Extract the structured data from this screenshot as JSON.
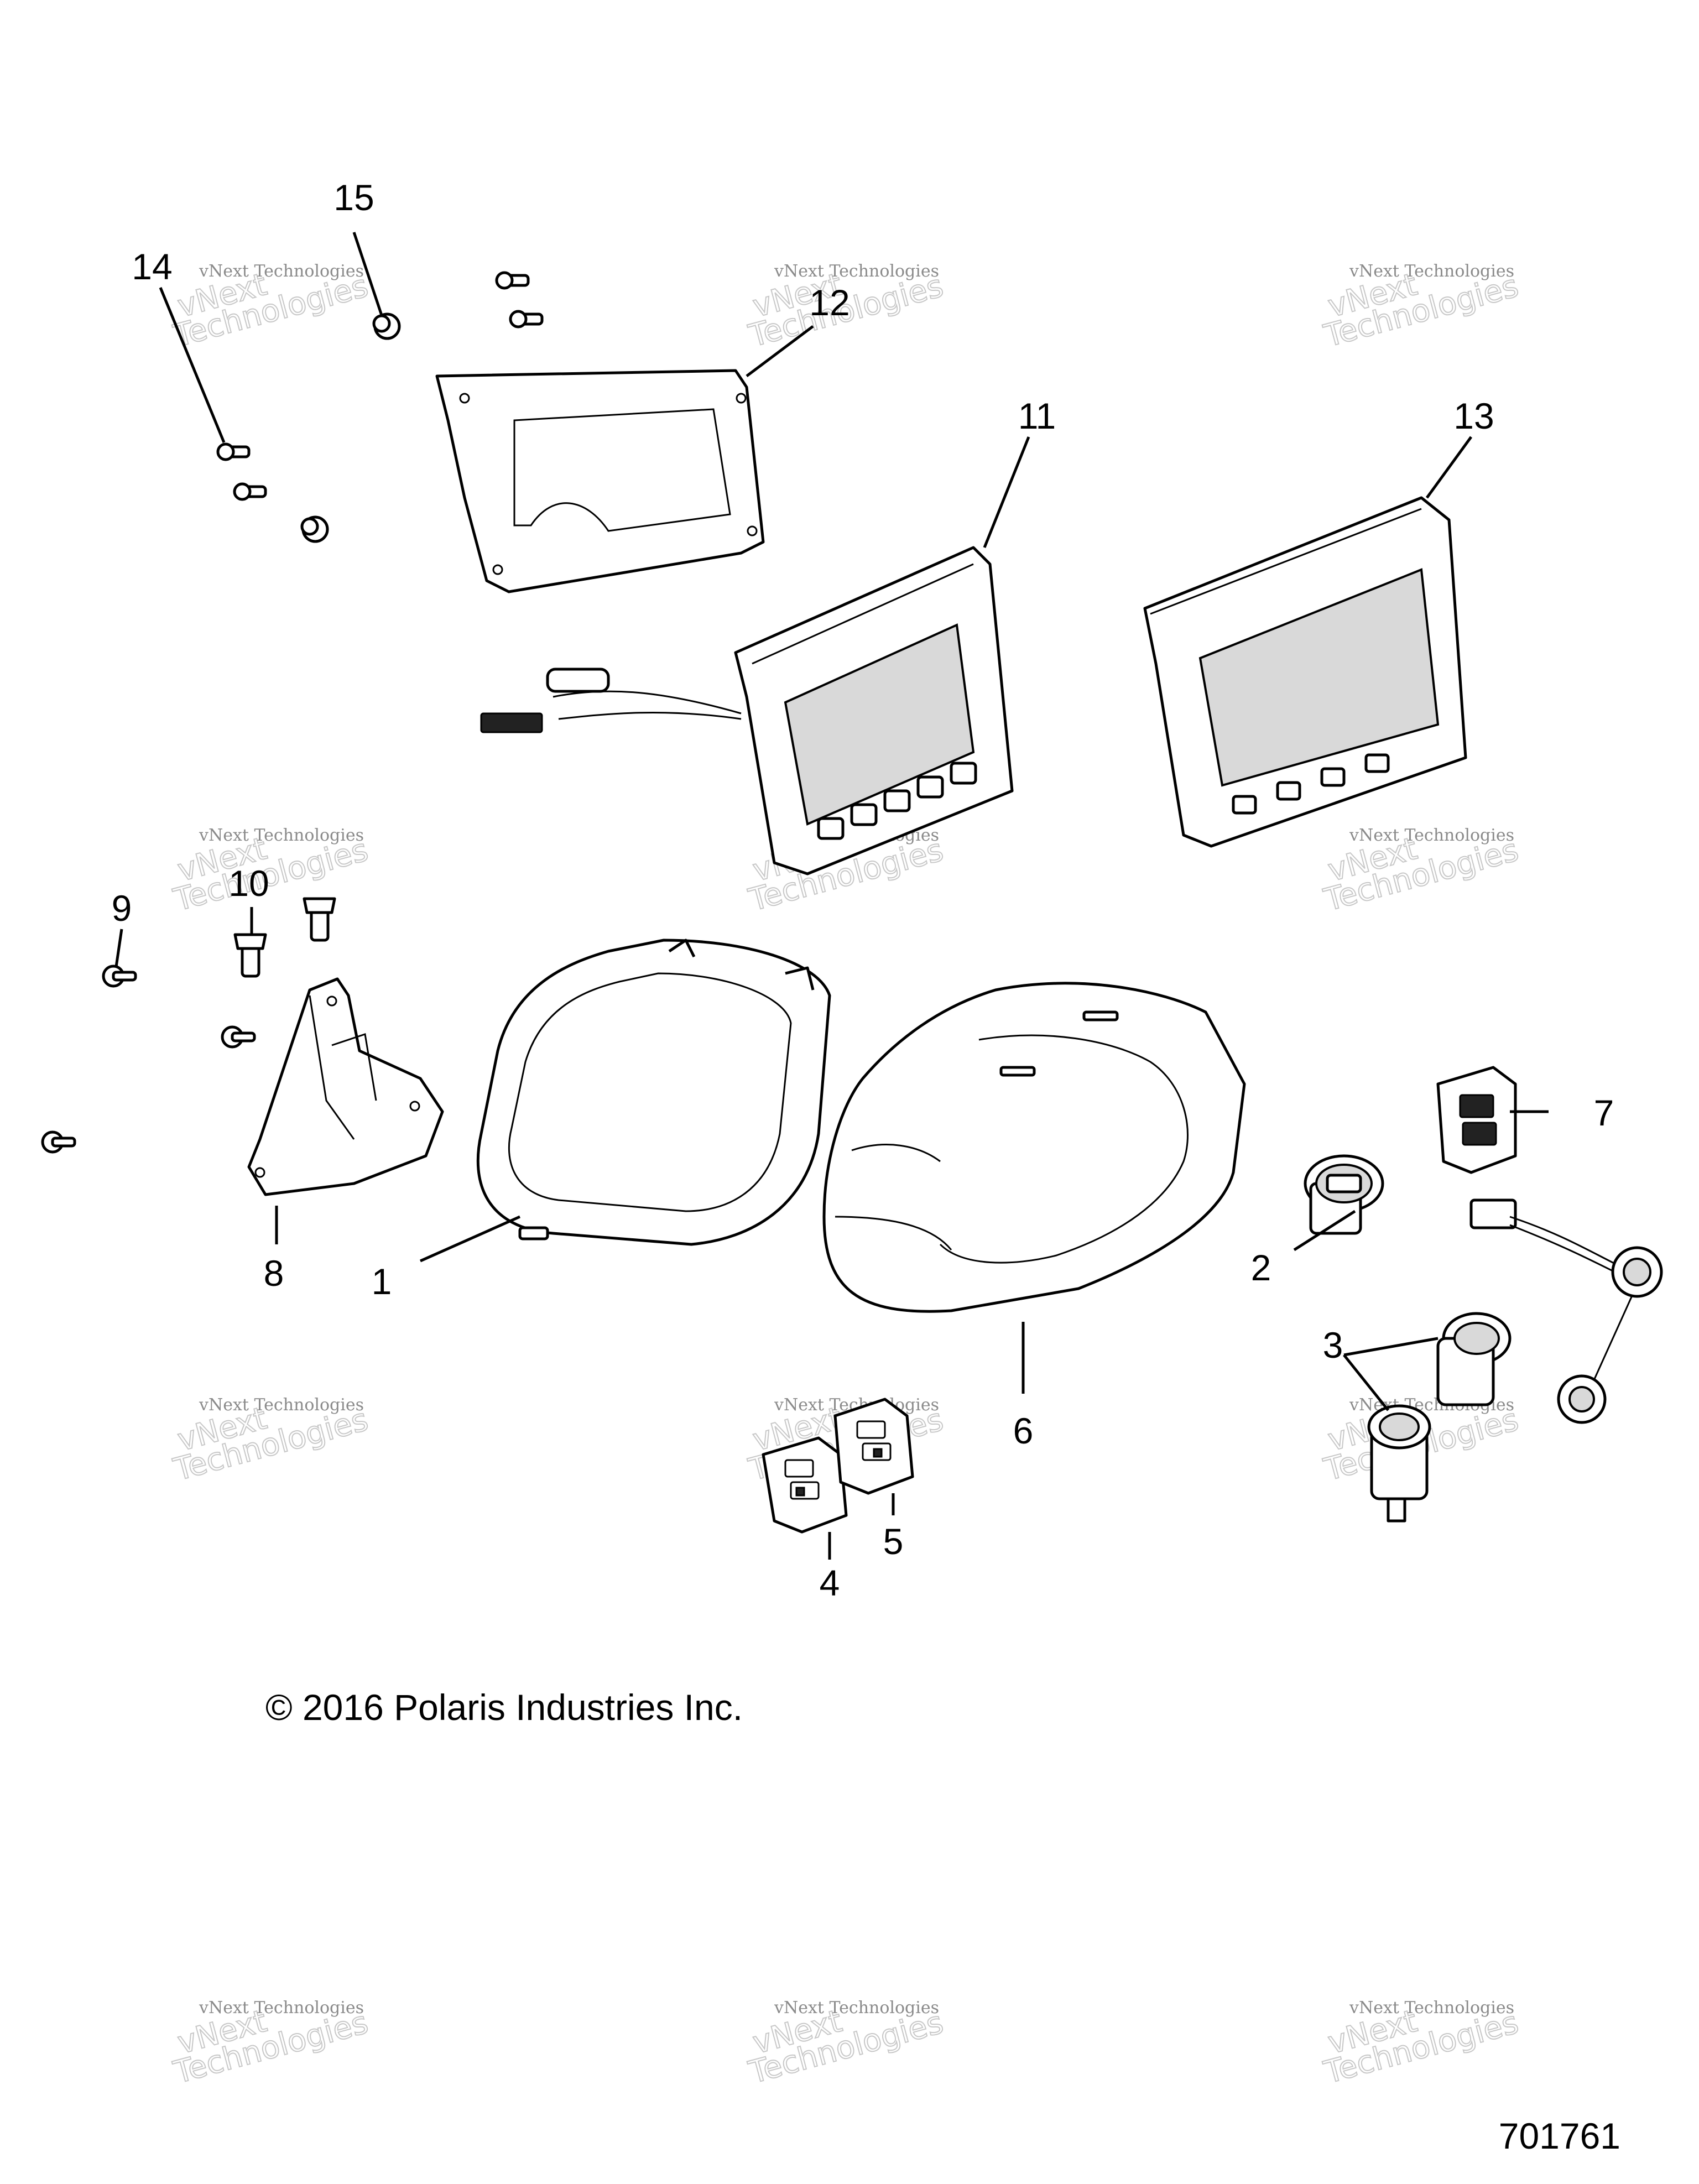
{
  "diagram": {
    "callouts": [
      "1",
      "2",
      "3",
      "4",
      "5",
      "6",
      "7",
      "8",
      "9",
      "10",
      "11",
      "12",
      "13",
      "14",
      "15"
    ],
    "copyright": "© 2016 Polaris Industries Inc.",
    "document_number": "701761",
    "watermark": {
      "line1": "vNext Technologies",
      "line2": "vNext",
      "line3": "Technologies"
    }
  }
}
